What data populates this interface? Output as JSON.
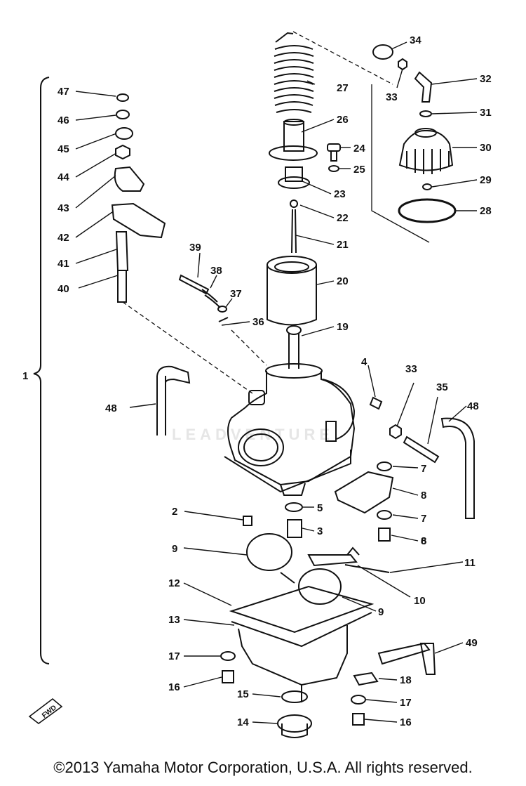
{
  "diagram": {
    "group_label": "1",
    "fwd_label": "FWD",
    "callouts": [
      "2",
      "3",
      "4",
      "5",
      "6",
      "7",
      "7",
      "8",
      "8",
      "9",
      "9",
      "10",
      "11",
      "12",
      "13",
      "14",
      "15",
      "16",
      "16",
      "17",
      "17",
      "18",
      "19",
      "20",
      "21",
      "22",
      "23",
      "24",
      "25",
      "26",
      "27",
      "28",
      "29",
      "30",
      "31",
      "32",
      "33",
      "33",
      "34",
      "35",
      "36",
      "37",
      "38",
      "39",
      "40",
      "41",
      "42",
      "43",
      "44",
      "45",
      "46",
      "47",
      "48",
      "48",
      "49"
    ]
  },
  "watermark": "LEADVENTURE",
  "copyright": "©2013 Yamaha Motor Corporation, U.S.A. All rights reserved."
}
